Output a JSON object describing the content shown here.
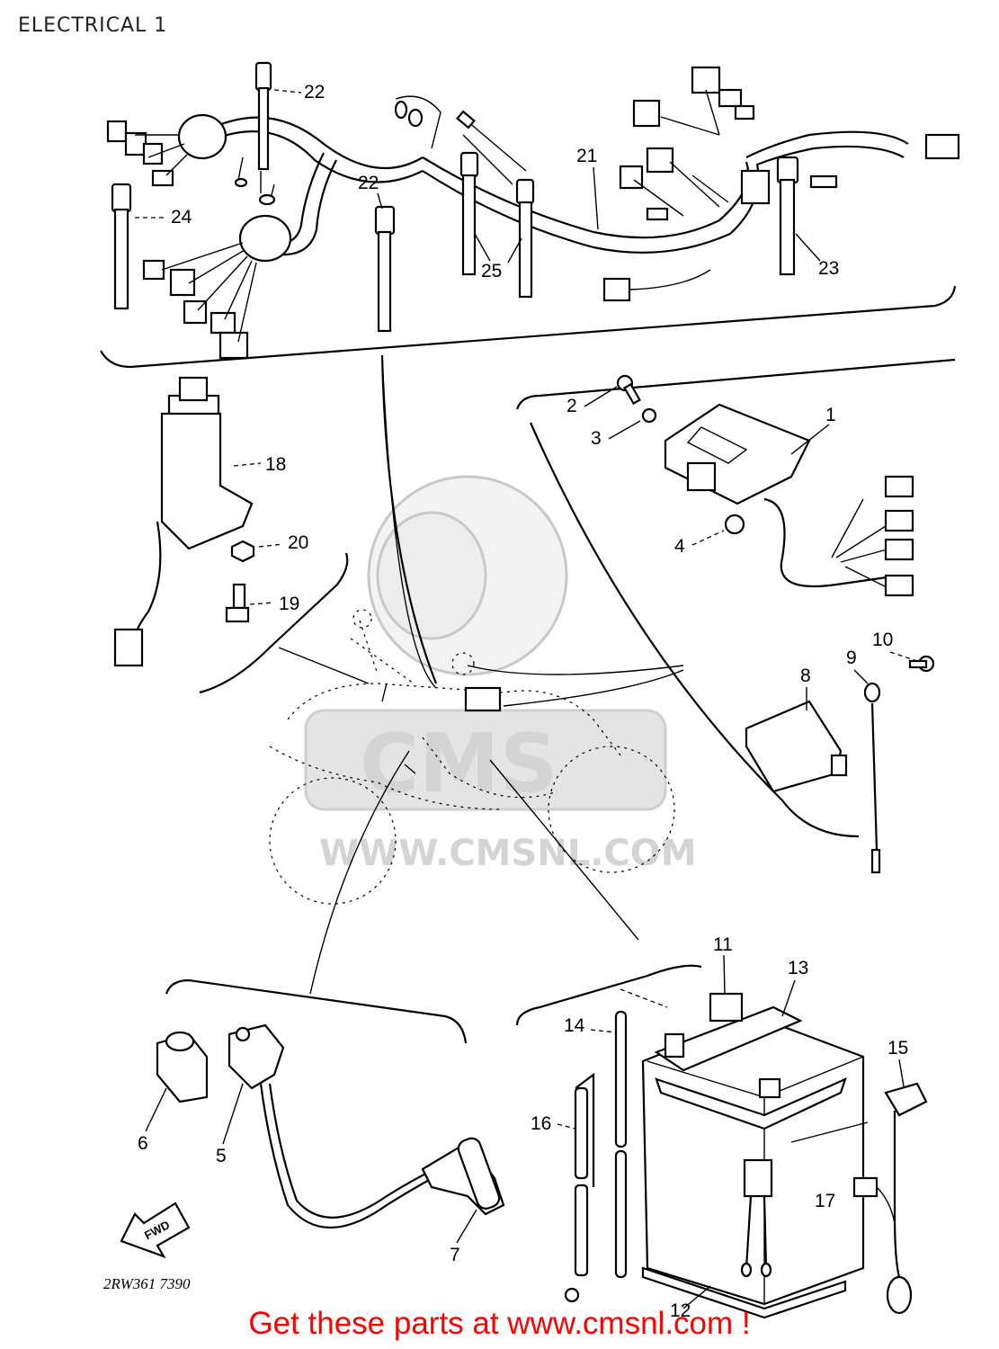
{
  "page": {
    "title": "ELECTRICAL 1"
  },
  "diagram": {
    "code": "2RW361 7390",
    "fwd_label": "FWD",
    "watermark": {
      "text": "WWW.CMSNL.COM",
      "logo": "CMS"
    },
    "callouts": {
      "c1": "1",
      "c2": "2",
      "c3": "3",
      "c4": "4",
      "c5": "5",
      "c6": "6",
      "c7": "7",
      "c8": "8",
      "c9": "9",
      "c10": "10",
      "c11": "11",
      "c12": "12",
      "c13": "13",
      "c14": "14",
      "c15": "15",
      "c16": "16",
      "c17": "17",
      "c18": "18",
      "c19": "19",
      "c20": "20",
      "c21": "21",
      "c22a": "22",
      "c22b": "22",
      "c23": "23",
      "c24": "24",
      "c25": "25"
    }
  },
  "footer": {
    "text": "Get these parts at www.cmsnl.com !"
  }
}
